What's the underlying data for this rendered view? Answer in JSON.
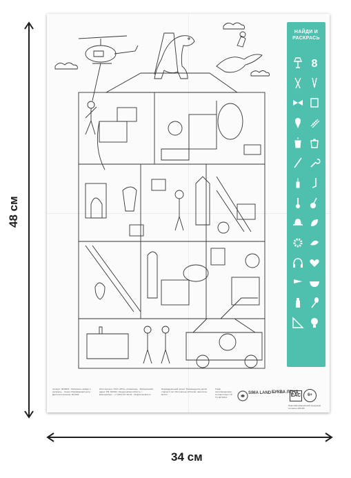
{
  "dimensions": {
    "height_label": "48 см",
    "width_label": "34 см"
  },
  "sidebar": {
    "title_line1": "НАЙДИ И",
    "title_line2": "РАСКРАСЬ",
    "icons": [
      "floor-lamp-icon",
      "number-eight-icon",
      "pliers-icon",
      "tweezers-icon",
      "bowtie-icon",
      "book-icon",
      "ice-cream-icon",
      "comb-icon",
      "lantern-icon",
      "gift-bag-icon",
      "needle-icon",
      "wrench-icon",
      "screwdriver-icon",
      "golf-club-icon",
      "thermometer-icon",
      "guitar-icon",
      "hat-icon",
      "leaf-icon",
      "gear-icon",
      "bird-icon",
      "headphones-icon",
      "heart-icon",
      "flag-icon",
      "bowl-icon",
      "paint-bottle-icon",
      "spoon-icon",
      "triangle-ruler-icon",
      "light-bulb-icon"
    ],
    "colors": {
      "background": "#4fbfae",
      "text": "#ffffff"
    }
  },
  "footer": {
    "col1": "Артикул: 9029661 · Раскраска «Найди и раскрась» · Серия: Развивающий досуг · Дата изготовления: 06.2022",
    "col2": "Изготовитель: ООО «ИТА» «Сималенд» · Юридический адрес: РФ, 620912, Свердловская область, г. Екатеринбург · +7 (343) 217-33-33 · info@sima-land.ru",
    "col3": "Индивидуальный проект. Рекомендуется детям старше 6 лет. Изготовлено в России. www.sima-land.ru",
    "col4": "Товар сертифицирован · Соответствует ТР ТС 007/2011",
    "brand1": "SIMA LAND",
    "brand2": "БУКВА ЛЕНД",
    "eac": "ЕАС",
    "age": "6+",
    "fine": "Знак информационной продукции согласно 436-ФЗ"
  }
}
